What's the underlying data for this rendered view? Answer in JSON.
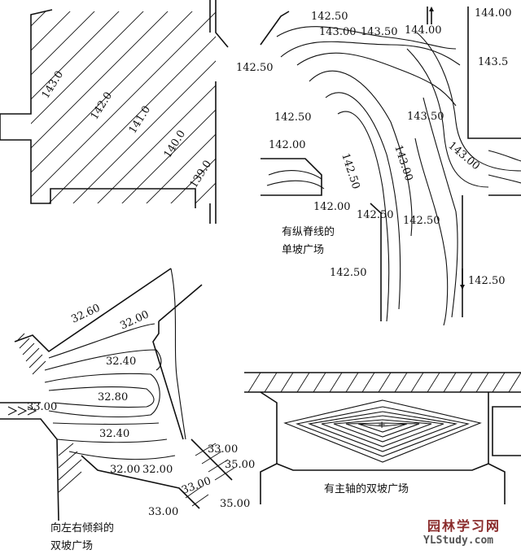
{
  "panel_tl": {
    "contours": [
      "143.0",
      "142.0",
      "141.0",
      "140.0",
      "139.0"
    ]
  },
  "panel_tr": {
    "labels": [
      "142.50",
      "143.00",
      "143.50",
      "144.00",
      "144.00",
      "143.5",
      "142.50",
      "142.50",
      "143.50",
      "142.00",
      "142.50",
      "143.00",
      "143.00",
      "142.00",
      "142.50",
      "142.50",
      "142.50",
      "142.50"
    ],
    "caption_line1": "有纵脊线的",
    "caption_line2": "单坡广场"
  },
  "panel_bl": {
    "labels": [
      "32.60",
      "32.00",
      "32.40",
      "33.00",
      "32.80",
      "32.40",
      "32.00",
      "32.00",
      "33.00",
      "35.00",
      "33.00",
      "33.00",
      "35.00"
    ],
    "caption_line1": "向左右倾斜的",
    "caption_line2": "双坡广场"
  },
  "panel_br": {
    "caption": "有主轴的双坡广场"
  },
  "watermark": {
    "line1": "园林学习网",
    "line2": "YLStudy.com"
  }
}
